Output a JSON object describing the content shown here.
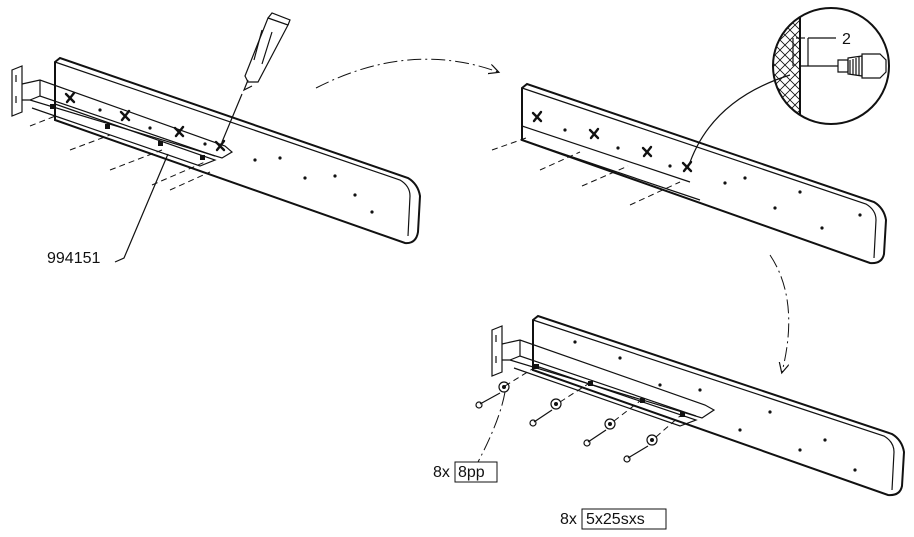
{
  "labels": {
    "part_number": "994151",
    "detail_callout": "2",
    "washer_qty": "8x",
    "washer_code": "8pp",
    "screw_qty": "8x",
    "screw_code": "5x25sxs"
  },
  "icons": [
    "pencil-icon",
    "drill-icon",
    "screw-icon",
    "washer-icon"
  ]
}
